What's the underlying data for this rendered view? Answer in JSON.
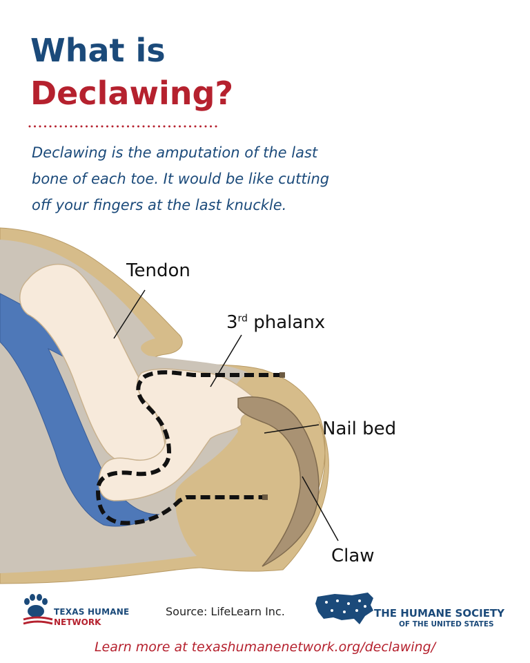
{
  "header": {
    "title_line1": "What is",
    "title_line2": "Declawing?",
    "intro": "Declawing is the amputation of the last bone of each toe. It would be like cutting off your fingers at the last knuckle."
  },
  "diagram": {
    "labels": {
      "tendon": "Tendon",
      "phalanx_num": "3",
      "phalanx_sup": "rd",
      "phalanx_word": " phalanx",
      "nail_bed": "Nail bed",
      "claw": "Claw"
    },
    "colors": {
      "skin": "#d6bc8a",
      "tissue": "#ccc4b8",
      "bone": "#f7eadb",
      "tendon": "#4e78b8",
      "claw": "#a99273",
      "cut_line": "#111111"
    }
  },
  "footer": {
    "left_logo_line1": "TEXAS HUMANE",
    "left_logo_line2": "NETWORK",
    "source": "Source: LifeLearn Inc.",
    "right_logo_line1": "THE HUMANE SOCIETY",
    "right_logo_line2": "OF THE UNITED STATES",
    "link": "Learn more at texashumanenetwork.org/declawing/"
  }
}
